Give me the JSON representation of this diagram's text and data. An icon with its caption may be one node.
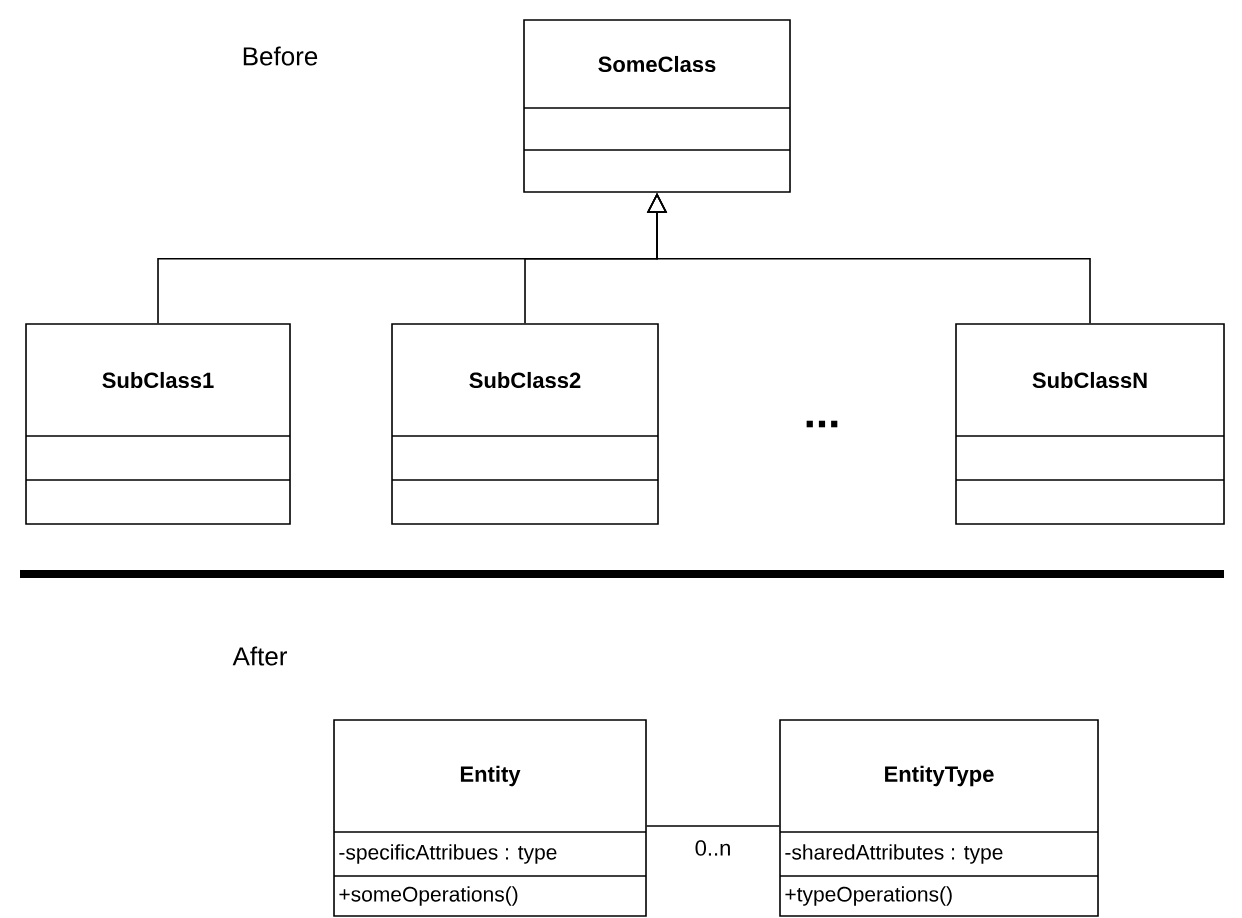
{
  "diagram": {
    "nodes": [
      {
        "text": [
          "SomeClass"
        ]
      },
      {
        "text": [
          "SubClass1"
        ]
      },
      {
        "text": [
          "SubClass2"
        ]
      },
      {
        "text": [
          "SubClassN"
        ]
      },
      {
        "text": [
          "Entity",
          "-specificAttribues : type",
          "+someOperations()"
        ]
      },
      {
        "text": [
          "EntityType",
          "-sharedAttributes : type",
          "+typeOperations()"
        ]
      }
    ],
    "edges": [
      {
        "from": 1,
        "to": 0,
        "arrow": "to"
      },
      {
        "from": 2,
        "to": 0,
        "arrow": "to"
      },
      {
        "from": 3,
        "to": 0,
        "arrow": "to"
      },
      {
        "from": 4,
        "to": 5,
        "arrow": "none",
        "label": "0..n"
      }
    ],
    "labels": [
      "Before",
      "...",
      "After"
    ]
  }
}
